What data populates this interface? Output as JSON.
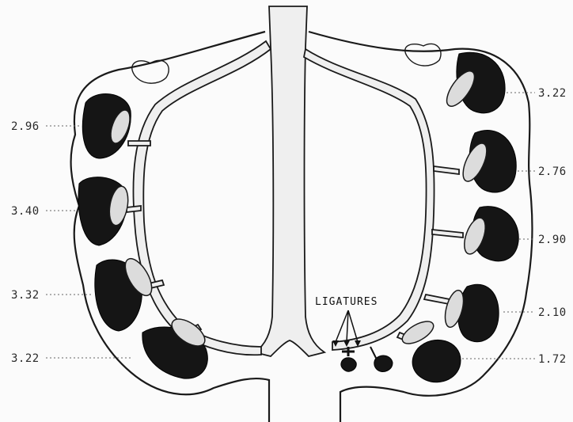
{
  "diagram": {
    "left_horn_weights": [
      "2.96",
      "3.40",
      "3.32",
      "3.22"
    ],
    "right_horn_weights": [
      "3.22",
      "2.76",
      "2.90",
      "2.10",
      "1.72"
    ],
    "ligature_label": "LIGATURES"
  }
}
